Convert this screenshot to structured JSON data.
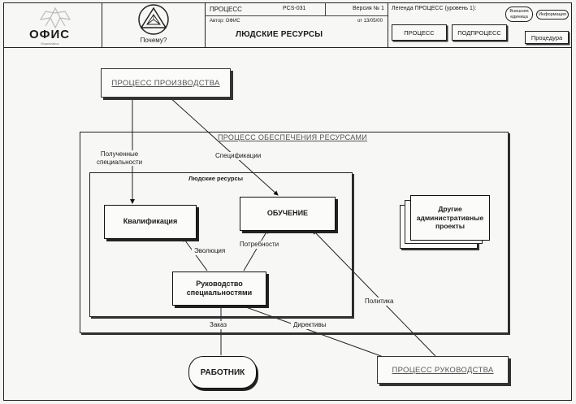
{
  "header": {
    "logo_text": "ОФИС",
    "logo_subtext": "Organization",
    "why_label": "Почему?",
    "doc_type": "ПРОЦЕСС",
    "doc_code": "PCS-031",
    "version": "Версия № 1",
    "author": "Автор: ОФИС",
    "date": "от 13/05/00",
    "title": "ЛЮДСКИЕ РЕСУРСЫ",
    "legend": "Легенда ПРОЦЕСС (уровень 1):",
    "legend_ext_label": "Внешняя единица",
    "legend_info_label": "Информация",
    "btn_process": "ПРОЦЕСС",
    "btn_subprocess": "ПОДПРОЦЕСС",
    "btn_procedure": "Процедура"
  },
  "diagram": {
    "ext_production": "ПРОЦЕСС ПРОИЗВОДСТВА",
    "ext_management": "ПРОЦЕСС РУКОВОДСТВА",
    "region_outer": "ПРОЦЕСС ОБЕСПЕЧЕНИЯ РЕСУРСАМИ",
    "region_inner": "Людские ресурсы",
    "box_qualification": "Квалификация",
    "box_training": "ОБУЧЕНИЕ",
    "box_management_line1": "Руководство",
    "box_management_line2": "специальностями",
    "box_other_line1": "Другие",
    "box_other_line2": "административные",
    "box_other_line3": "проекты",
    "worker": "РАБОТНИК",
    "flows": {
      "received_line1": "Полученные",
      "received_line2": "специальности",
      "specifications": "Спецификации",
      "evolution": "Эволюция",
      "needs": "Потребности",
      "policy": "Политика",
      "order": "Заказ",
      "directives": "Директивы"
    }
  }
}
